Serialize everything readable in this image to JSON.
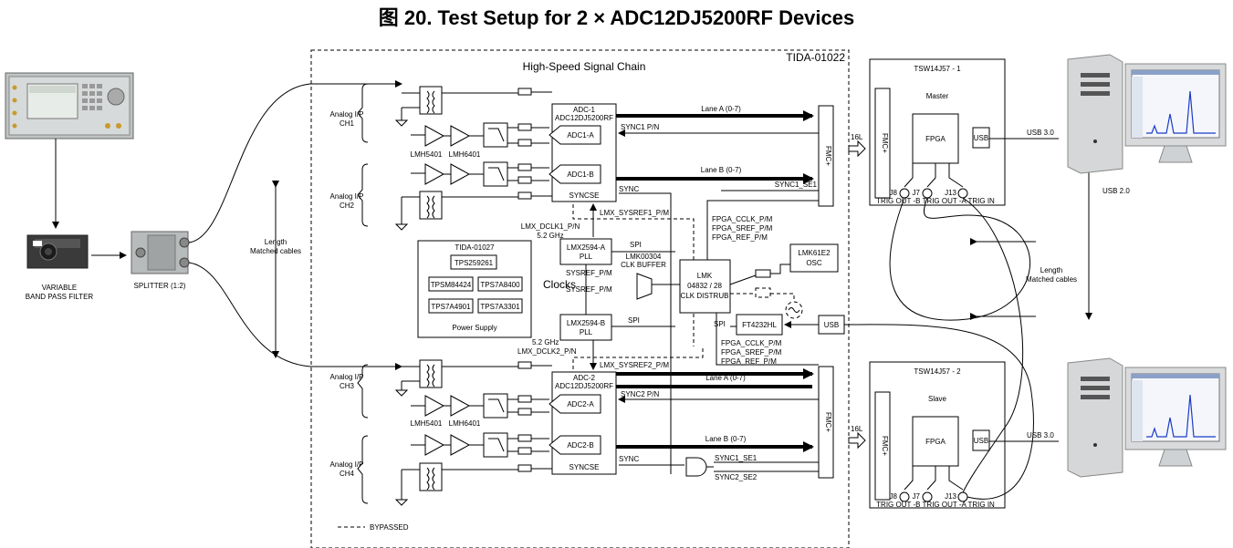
{
  "title": "图 20. Test Setup for 2 × ADC12DJ5200RF Devices",
  "left": {
    "filter_label": [
      "VARIABLE",
      "BAND PASS FILTER"
    ],
    "splitter_label": "SPLITTER (1:2)",
    "length_label": [
      "Length",
      "Matched cables"
    ]
  },
  "chain": {
    "title": "High-Speed Signal Chain",
    "board": "TIDA-01022",
    "ch": [
      [
        "Analog I/P",
        "CH1"
      ],
      [
        "Analog I/P",
        "CH2"
      ],
      [
        "Analog I/P",
        "CH3"
      ],
      [
        "Analog I/P",
        "CH4"
      ]
    ],
    "amp_labels": [
      "LMH5401",
      "LMH6401"
    ],
    "adc1": [
      "ADC-1",
      "ADC12DJ5200RF"
    ],
    "adc2": [
      "ADC-2",
      "ADC12DJ5200RF"
    ],
    "adc1a": "ADC1-A",
    "adc1b": "ADC1-B",
    "adc2a": "ADC2-A",
    "adc2b": "ADC2-B",
    "syncse": "SYNCSE",
    "lane_a": "Lane A (0-7)",
    "lane_b": "Lane B (0-7)",
    "sync1": "SYNC1 P/N",
    "sync2": "SYNC2 P/N",
    "sync": "SYNC",
    "sync1_se1": "SYNC1_SE1",
    "sync2_se2": "SYNC2_SE2",
    "fmc": "FMC+",
    "lmx_dclk1": [
      "LMX_DCLK1_P/N",
      "5.2 GHz"
    ],
    "lmx_dclk2": [
      "5.2 GHz",
      "LMX_DCLK2_P/N"
    ],
    "lmx_sysref1": "LMX_SYSREF1_P/M",
    "lmx_sysref2": "LMX_SYSREF2_P/M",
    "lmxa": [
      "LMX2594-A",
      "PLL"
    ],
    "lmxb": [
      "LMX2594-B",
      "PLL"
    ],
    "spi": "SPI",
    "lmk_buffer": [
      "LMK00304",
      "CLK BUFFER"
    ],
    "sysref_pm": "SYSREF_P/M",
    "clocks": "Clocks",
    "lmk": [
      "LMK",
      "04832 / 28",
      "CLK DISTRUB"
    ],
    "osc": [
      "LMK61E2",
      "OSC"
    ],
    "ft": "FT4232HL",
    "usb": "USB",
    "fpga_top": [
      "FPGA_CCLK_P/M",
      "FPGA_SREF_P/M",
      "FPGA_REF_P/M"
    ],
    "fpga_bot": [
      "FPGA_CCLK_P/M",
      "FPGA_SREF_P/M",
      "FPGA_REF_P/M"
    ],
    "tida27": "TIDA-01027",
    "tps": [
      "TPS259261",
      "TPSM84424",
      "TPS7A8400",
      "TPS7A4901",
      "TPS7A3301"
    ],
    "power_supply": "Power Supply",
    "bypassed": "BYPASSED"
  },
  "right": {
    "board1": "TSW14J57 - 1",
    "board2": "TSW14J57 - 2",
    "master": "Master",
    "slave": "Slave",
    "fpga": "FPGA",
    "fmc": "FMC+",
    "usb": "USB",
    "lanes": "16L",
    "j8": "J8",
    "j7": "J7",
    "j13": "J13",
    "trig_labels": "TRIG OUT -B TRIG OUT -A TRIG IN",
    "usb30": "USB 3.0",
    "usb20": "USB 2.0",
    "length_label": [
      "Length",
      "Matched cables"
    ]
  }
}
